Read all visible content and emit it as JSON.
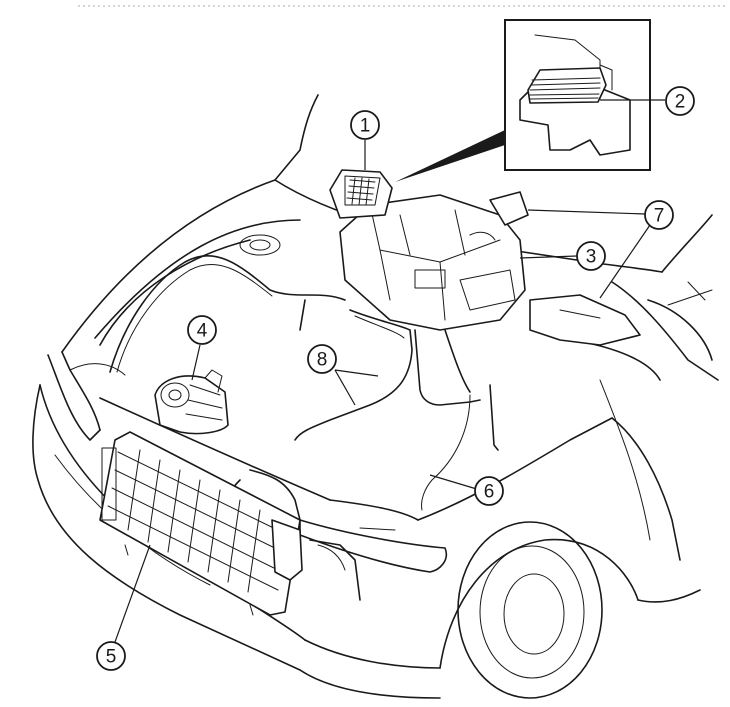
{
  "callouts": [
    {
      "id": "1",
      "label": "1"
    },
    {
      "id": "2",
      "label": "2"
    },
    {
      "id": "3",
      "label": "3"
    },
    {
      "id": "4",
      "label": "4"
    },
    {
      "id": "5",
      "label": "5"
    },
    {
      "id": "6",
      "label": "6"
    },
    {
      "id": "7",
      "label": "7"
    },
    {
      "id": "8",
      "label": "8"
    }
  ],
  "colors": {
    "line": "#1a1a1a",
    "background": "#ffffff",
    "border": "#bbbbbb"
  }
}
